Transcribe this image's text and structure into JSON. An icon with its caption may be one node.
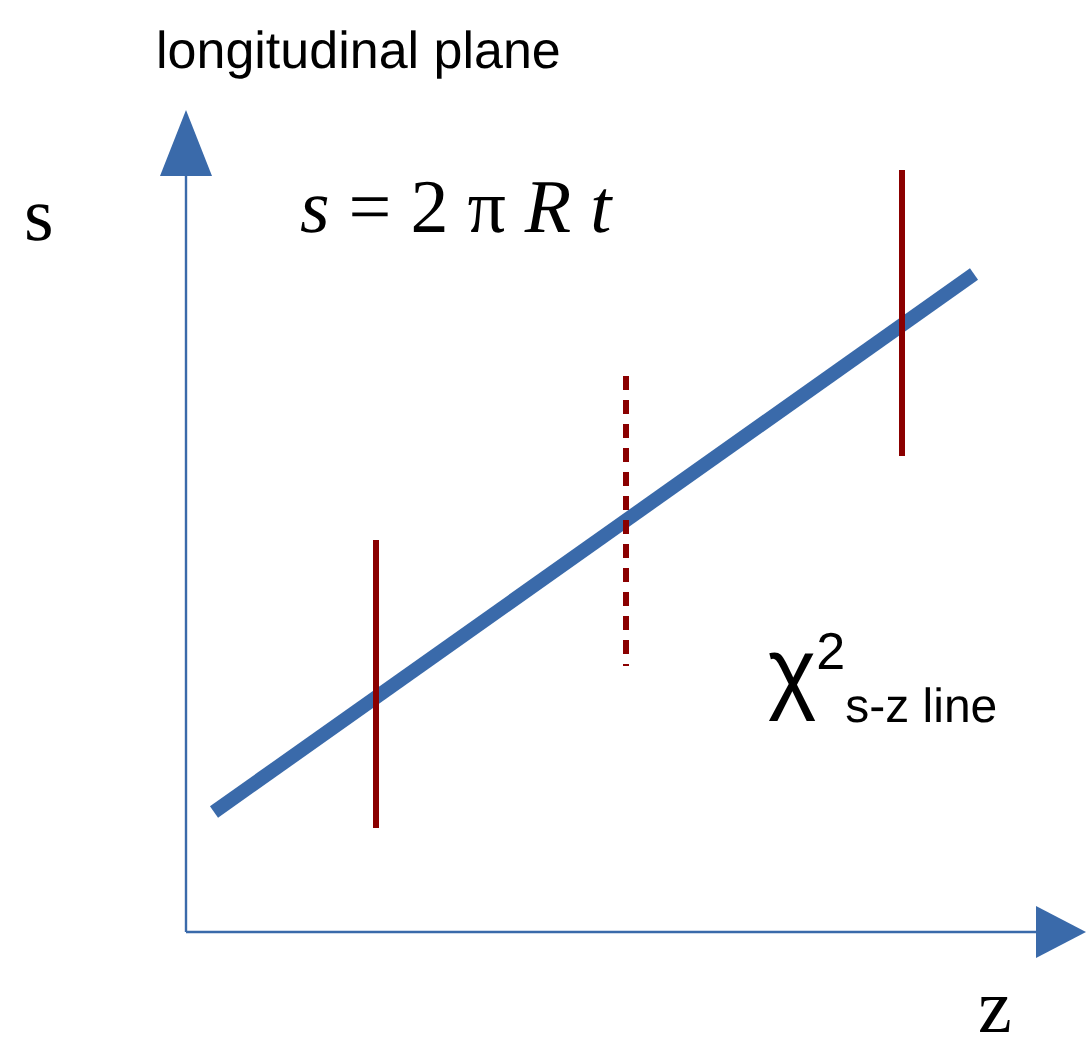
{
  "diagram": {
    "title": "longitudinal plane",
    "labels": [
      "s",
      "*s* = 2 π *R t*",
      "χ$^{2}$$_{s-z line}$",
      "z"
    ]
  }
}
